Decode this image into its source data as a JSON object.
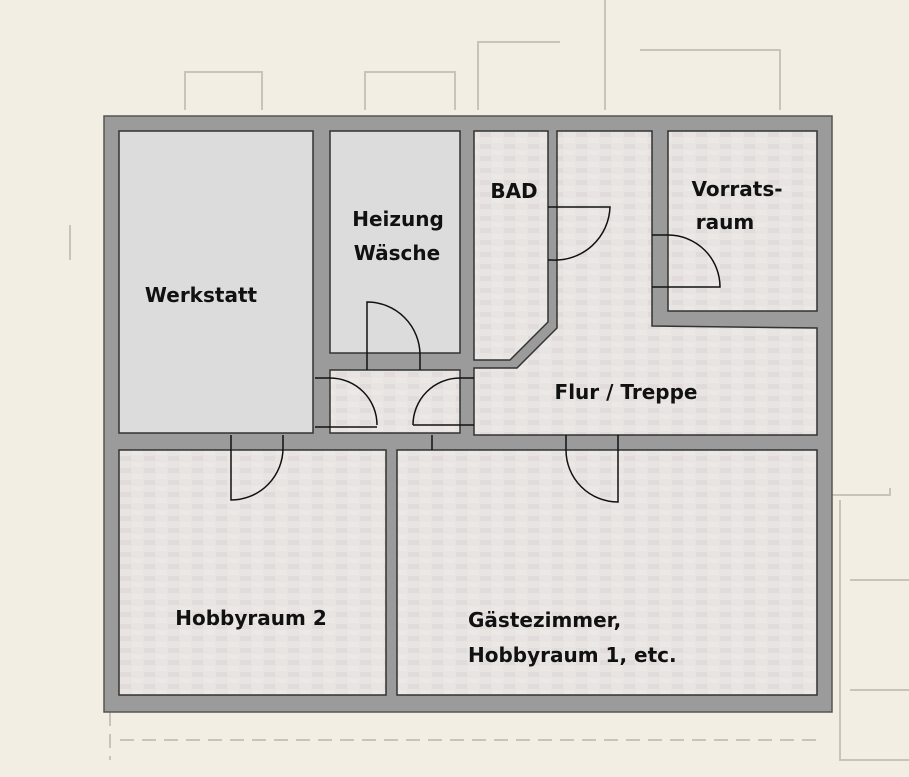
{
  "plan": {
    "rooms": [
      {
        "id": "werkstatt",
        "label_lines": [
          "Werkstatt"
        ]
      },
      {
        "id": "heizung",
        "label_lines": [
          "Heizung",
          "Wäsche"
        ]
      },
      {
        "id": "bad",
        "label_lines": [
          "BAD"
        ]
      },
      {
        "id": "vorrat",
        "label_lines": [
          "Vorrats-",
          "raum"
        ]
      },
      {
        "id": "flur",
        "label_lines": [
          "Flur / Treppe"
        ]
      },
      {
        "id": "hobby2",
        "label_lines": [
          "Hobbyraum 2"
        ]
      },
      {
        "id": "gaeste",
        "label_lines": [
          "Gästezimmer,",
          "Hobbyraum 1,  etc."
        ]
      }
    ],
    "colors": {
      "wall": "#9b9b9b",
      "plain_room": "#dcdcdc",
      "tiled_room": "#e7e3e1",
      "paper": "#f3eee4"
    }
  }
}
